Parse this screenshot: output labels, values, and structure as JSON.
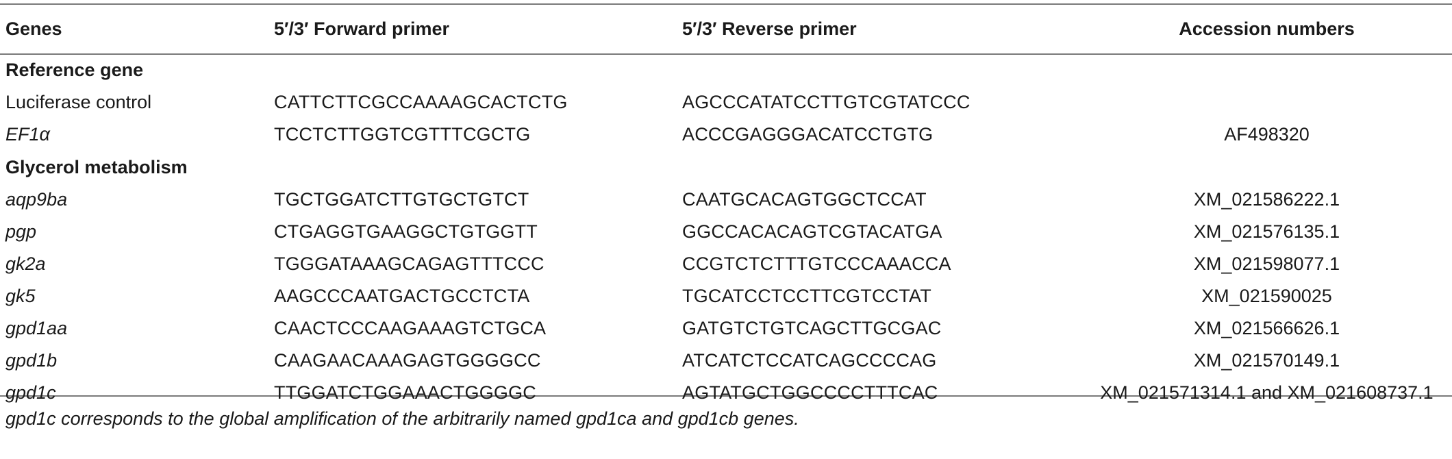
{
  "table": {
    "headers": {
      "genes": "Genes",
      "forward": "5′/3′ Forward primer",
      "reverse": "5′/3′ Reverse primer",
      "accession": "Accession numbers"
    },
    "sections": [
      {
        "title": "Reference gene",
        "rows": [
          {
            "gene": "Luciferase control",
            "italic": false,
            "forward": "CATTCTTCGCCAAAAGCACTCTG",
            "reverse": "AGCCCATATCCTTGTCGTATCCC",
            "accession": ""
          },
          {
            "gene": "EF1α",
            "italic": true,
            "forward": "TCCTCTTGGTCGTTTCGCTG",
            "reverse": "ACCCGAGGGACATCCTGTG",
            "accession": "AF498320"
          }
        ]
      },
      {
        "title": "Glycerol metabolism",
        "rows": [
          {
            "gene": "aqp9ba",
            "italic": true,
            "forward": "TGCTGGATCTTGTGCTGTCT",
            "reverse": "CAATGCACAGTGGCTCCAT",
            "accession": "XM_021586222.1"
          },
          {
            "gene": "pgp",
            "italic": true,
            "forward": "CTGAGGTGAAGGCTGTGGTT",
            "reverse": "GGCCACACAGTCGTACATGA",
            "accession": "XM_021576135.1"
          },
          {
            "gene": "gk2a",
            "italic": true,
            "forward": "TGGGATAAAGCAGAGTTTCCC",
            "reverse": "CCGTCTCTTTGTCCCAAACCA",
            "accession": "XM_021598077.1"
          },
          {
            "gene": "gk5",
            "italic": true,
            "forward": "AAGCCCAATGACTGCCTCTA",
            "reverse": "TGCATCCTCCTTCGTCCTAT",
            "accession": "XM_021590025"
          },
          {
            "gene": "gpd1aa",
            "italic": true,
            "forward": "CAACTCCCAAGAAAGTCTGCA",
            "reverse": "GATGTCTGTCAGCTTGCGAC",
            "accession": "XM_021566626.1"
          },
          {
            "gene": "gpd1b",
            "italic": true,
            "forward": "CAAGAACAAAGAGTGGGGCC",
            "reverse": "ATCATCTCCATCAGCCCCAG",
            "accession": "XM_021570149.1"
          },
          {
            "gene": "gpd1c",
            "italic": true,
            "forward": "TTGGATCTGGAAACTGGGGC",
            "reverse": "AGTATGCTGGCCCCTTTCAC",
            "accession": "XM_021571314.1 and XM_021608737.1"
          }
        ]
      }
    ]
  },
  "footnote": "gpd1c corresponds to the global amplification of the arbitrarily named gpd1ca and gpd1cb genes."
}
